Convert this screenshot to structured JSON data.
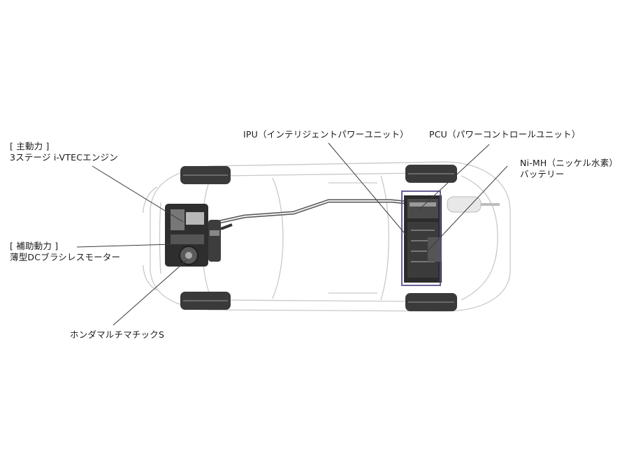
{
  "labels": {
    "main_power": {
      "line1": "[ 主動力 ]",
      "line2": "3ステージ i-VTECエンジン"
    },
    "aux_power": {
      "line1": "[ 補助動力 ]",
      "line2": "薄型DCブラシレスモーター"
    },
    "transmission": {
      "line1": "ホンダマルチマチックS"
    },
    "ipu": {
      "line1": "IPU（インテリジェントパワーユニット）"
    },
    "pcu": {
      "line1": "PCU（パワーコントロールユニット）"
    },
    "battery": {
      "line1": "Ni-MH（ニッケル水素）",
      "line2": "バッテリー"
    }
  },
  "colors": {
    "background": "#ffffff",
    "car_outline": "#c8c8c8",
    "leader_line": "#3c3c3c",
    "ipu_box": "#55508a",
    "component_dark": "#2a2a2a",
    "tire": "#3a3a3a"
  }
}
